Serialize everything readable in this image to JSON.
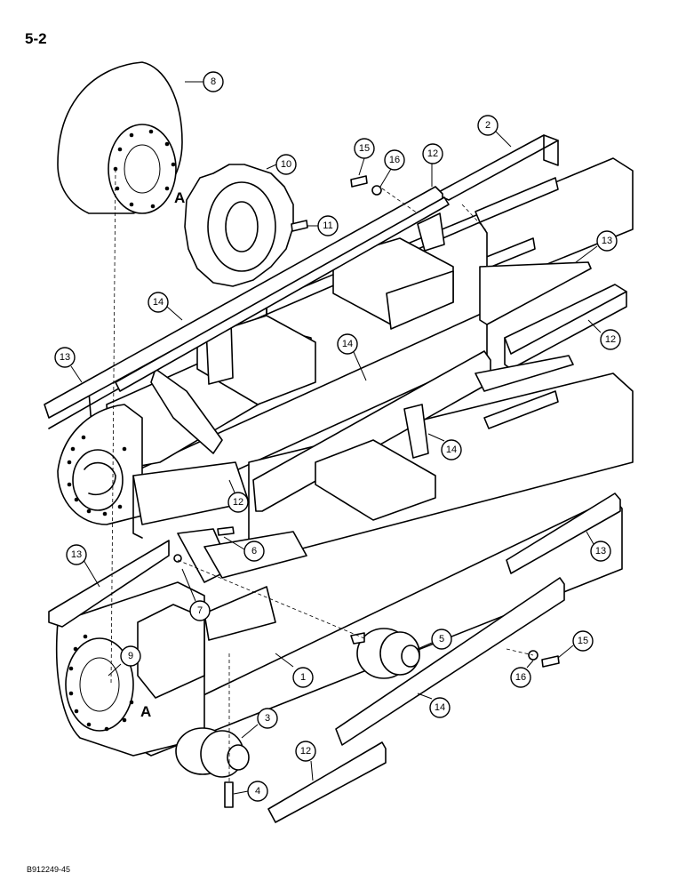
{
  "page_number": "5-2",
  "catalog_code": "B912249-45",
  "callouts": {
    "c1": "1",
    "c2": "2",
    "c3": "3",
    "c4": "4",
    "c5": "5",
    "c6": "6",
    "c7": "7",
    "c8": "8",
    "c9": "9",
    "c10": "10",
    "c11": "11",
    "c12a": "12",
    "c12b": "12",
    "c12c": "12",
    "c12d": "12",
    "c13a": "13",
    "c13b": "13",
    "c13c": "13",
    "c13d": "13",
    "c14a": "14",
    "c14b": "14",
    "c14c": "14",
    "c14d": "14",
    "c15a": "15",
    "c15b": "15",
    "c16a": "16",
    "c16b": "16"
  },
  "reference_letters": {
    "a_top": "A",
    "a_bottom": "A"
  }
}
